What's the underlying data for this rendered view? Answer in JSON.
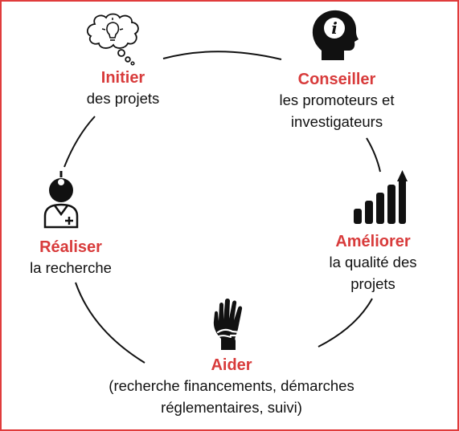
{
  "colors": {
    "frame": "#e03c3c",
    "title": "#d83b3b",
    "text": "#111111",
    "connector": "#111111",
    "icon": "#111111"
  },
  "nodes": {
    "initier": {
      "title": "Initier",
      "lines": [
        "des projets"
      ],
      "icon": "lightbulb-thought-icon"
    },
    "conseiller": {
      "title": "Conseiller",
      "lines": [
        "les promoteurs et",
        "investigateurs"
      ],
      "icon": "info-head-icon"
    },
    "ameliorer": {
      "title": "Améliorer",
      "lines": [
        "la qualité des",
        "projets"
      ],
      "icon": "growth-bars-icon"
    },
    "aider": {
      "title": "Aider",
      "lines": [
        "(recherche financements, démarches",
        "réglementaires, suivi)"
      ],
      "icon": "helping-hand-icon"
    },
    "realiser": {
      "title": "Réaliser",
      "lines": [
        "la recherche"
      ],
      "icon": "doctor-icon"
    }
  }
}
